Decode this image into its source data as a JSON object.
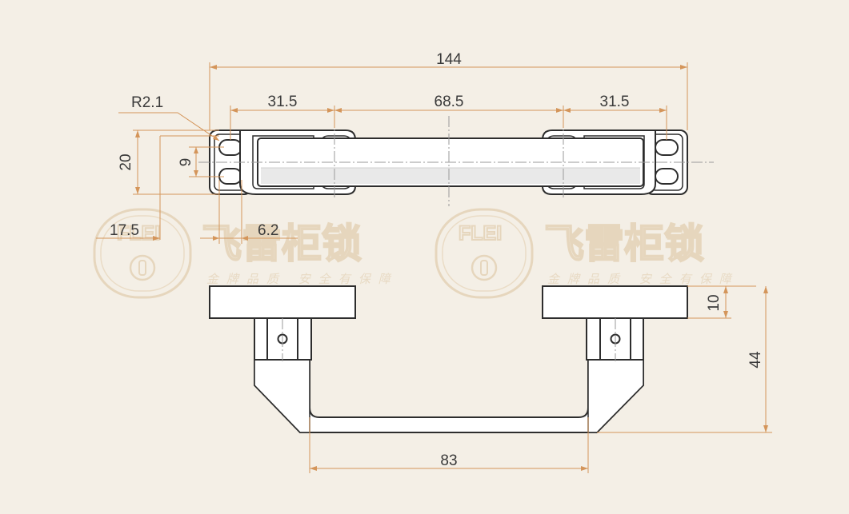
{
  "watermark": {
    "logo_text": "FLEI",
    "brand": "飞雷柜锁",
    "slogan": "金牌品质 安全有保障"
  },
  "dimensions": {
    "overall_length": "144",
    "left_hole_span": "31.5",
    "center_span": "68.5",
    "right_hole_span": "31.5",
    "corner_radius": "R2.1",
    "plate_height": "20",
    "hole_pitch": "9",
    "edge_to_hole": "17.5",
    "hole_width": "6.2",
    "plate_thickness": "10",
    "total_height": "44",
    "grip_length": "83"
  }
}
